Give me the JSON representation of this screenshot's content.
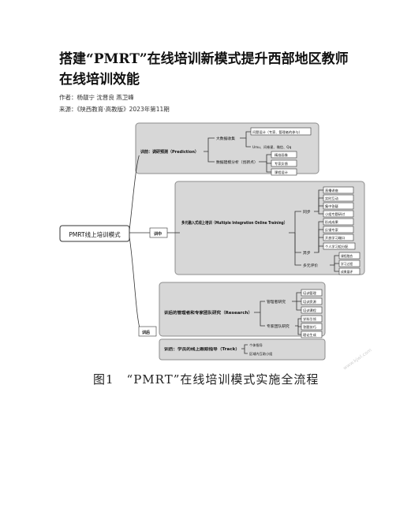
{
  "article": {
    "title": "搭建“PMRT”在线培训新模式提升西部地区教师在线培训效能",
    "authors": "作者：杨靓宁 沈晋良 燕卫峰",
    "source": "来源：《陕西教育·高教版》2023年第11期"
  },
  "figure": {
    "caption": "图1　“PMRT”在线培训模式实施全流程",
    "watermark": "www.kjwl.com",
    "root": "PMRT线上培训模式",
    "branches": [
      {
        "id": "pre",
        "stage": "训前：调研预测（Prediction）",
        "groups": [
          {
            "label": "大数据收集",
            "leaves": [
              "问题设计（专家、管理者的参与）",
              "Umu、问卷星、微信、Qq"
            ]
          },
          {
            "label": "数据建模分析（创新点）",
            "leaves": [
              "精准画像",
              "专家反馈",
              "课程设计"
            ]
          }
        ]
      },
      {
        "id": "mid",
        "stage": "训中",
        "module": "多元融入式线上培训（Multiple Integration Online Training）",
        "groups": [
          {
            "label": "同步",
            "leaves": [
              "直播讲座",
              "实时互动",
              "集中答疑",
              "小组专题研讨"
            ]
          },
          {
            "label": "异步",
            "leaves": [
              "形成成果",
              "反馈专家",
              "开放学习端口",
              "个人学习组分配"
            ]
          },
          {
            "label": "多元评价",
            "leaves": [
              "课程融合",
              "学习过程",
              "成果展评"
            ]
          }
        ]
      },
      {
        "id": "post",
        "stage": "训后",
        "module": "训后的管理者和专家团队研究（Research）",
        "groups": [
          {
            "label": "管理者研究",
            "leaves": [
              "培训管理",
              "培训资源",
              "培训课程"
            ]
          },
          {
            "label": "专家团队研究",
            "leaves": [
              "学科引领",
              "答题技巧",
              "理论生成"
            ]
          }
        ],
        "track": {
          "label": "训后：学员的线上跟踪指导（Track）",
          "leaves": [
            "个体指导",
            "区域内互助小组"
          ]
        }
      }
    ],
    "colors": {
      "panel_fill": "#d7d7d7",
      "panel_border": "#8e8e8e",
      "line": "#333333",
      "node_fill": "#ffffff"
    }
  }
}
